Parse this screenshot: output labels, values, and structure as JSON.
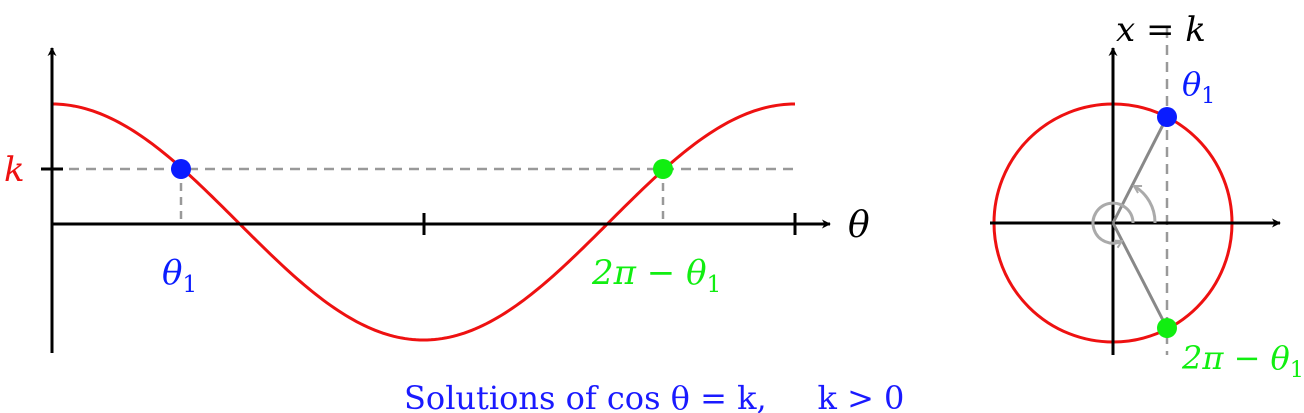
{
  "colors": {
    "curve": "#ee1111",
    "axis": "#000000",
    "guide": "#999999",
    "radius": "#888888",
    "arc": "#aaaaaa",
    "theta1": "#0a1cff",
    "theta2": "#11ee11",
    "caption": "#1a1aff"
  },
  "graph": {
    "x_axis_label": "θ",
    "k_label": "k",
    "theta1_label": "θ",
    "theta1_subscript": "1",
    "theta2_prefix": "2π − θ",
    "theta2_subscript": "1"
  },
  "circle": {
    "line_label": "x = k",
    "theta1_label": "θ",
    "theta1_subscript": "1",
    "theta2_prefix": "2π − θ",
    "theta2_subscript": "1"
  },
  "caption": {
    "text": "Solutions of cos θ = k,     k > 0"
  }
}
